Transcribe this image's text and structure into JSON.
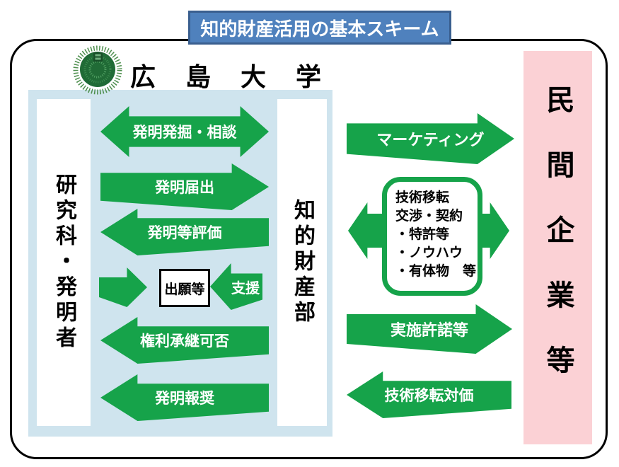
{
  "title": {
    "text": "知的財産活用の基本スキーム"
  },
  "university": {
    "name": "広 島 大 学",
    "logo": "hiroshima-university-emblem"
  },
  "internal": {
    "left_column": "研究科・発明者",
    "right_column": "知的財産部",
    "application_box": "出願等",
    "arrows": [
      {
        "label": "発明発掘・相談",
        "direction": "both"
      },
      {
        "label": "発明届出",
        "direction": "right"
      },
      {
        "label": "発明等評価",
        "direction": "left"
      },
      {
        "label": "",
        "direction": "right"
      },
      {
        "label": "支援",
        "direction": "left"
      },
      {
        "label": "権利承継可否",
        "direction": "left"
      },
      {
        "label": "発明報奨",
        "direction": "left"
      }
    ]
  },
  "external": {
    "company_column": "民間企業等",
    "arrows": [
      {
        "label": "マーケティング",
        "direction": "right"
      },
      {
        "label": "",
        "direction": "both"
      },
      {
        "label": "実施許諾等",
        "direction": "right"
      },
      {
        "label": "技術移転対価",
        "direction": "left"
      }
    ],
    "tech_transfer_box": {
      "lines": [
        "技術移転",
        "交渉・契約",
        "・特許等",
        "・ノウハウ",
        "・有体物　等"
      ]
    }
  },
  "colors": {
    "green": "#16a34a",
    "lightblue": "#cfe4ee",
    "pink": "#fbd1d5",
    "banner-blue": "#4f81bd",
    "banner-border": "#3a5f8f"
  }
}
